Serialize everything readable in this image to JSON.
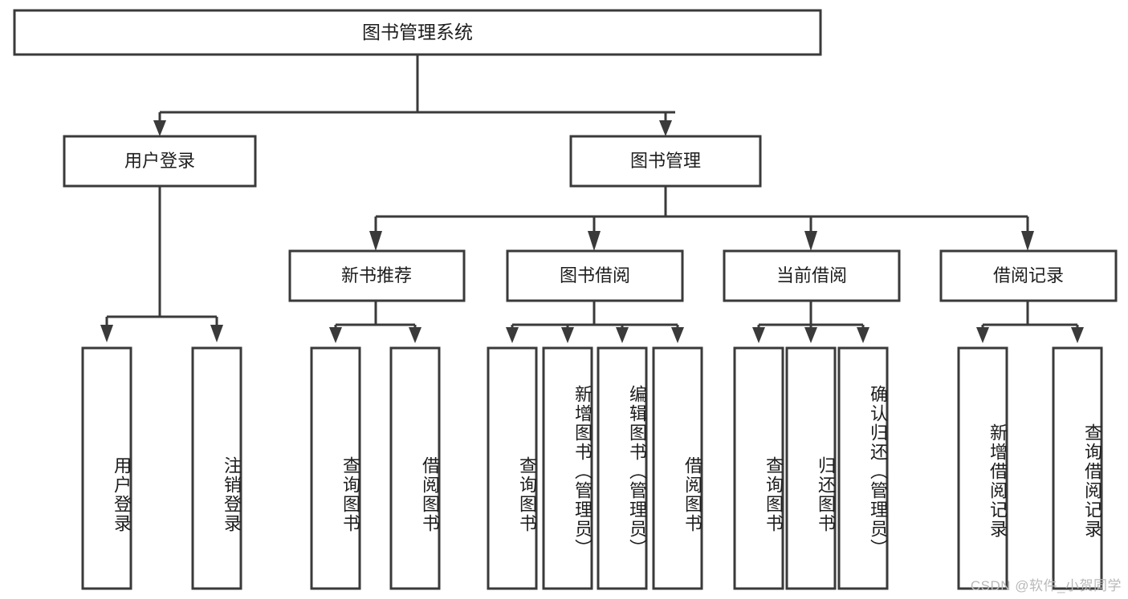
{
  "diagram": {
    "type": "tree-hierarchy",
    "title": "图书管理系统",
    "watermark": "CSDN @软件_小贺同学",
    "colors": {
      "background": "#ffffff",
      "stroke": "#3a3a3a",
      "text": "#1d1d1d",
      "watermark": "#b9b9b9"
    },
    "root": {
      "label": "图书管理系统"
    },
    "level2": [
      {
        "id": "user-login",
        "label": "用户登录"
      },
      {
        "id": "book-manage",
        "label": "图书管理"
      }
    ],
    "level3": [
      {
        "id": "new-book-recommend",
        "label": "新书推荐"
      },
      {
        "id": "book-borrow",
        "label": "图书借阅"
      },
      {
        "id": "current-borrow",
        "label": "当前借阅"
      },
      {
        "id": "borrow-record",
        "label": "借阅记录"
      }
    ],
    "leaves": {
      "user_login": [
        {
          "id": "leaf-user-login",
          "label": "用户登录"
        },
        {
          "id": "leaf-logout-login",
          "label": "注销登录"
        }
      ],
      "new_book_recommend": [
        {
          "id": "leaf-query-book-1",
          "label": "查询图书"
        },
        {
          "id": "leaf-borrow-book-1",
          "label": "借阅图书"
        }
      ],
      "book_borrow": [
        {
          "id": "leaf-query-book-2",
          "label": "查询图书"
        },
        {
          "id": "leaf-add-book",
          "label": "新增图书（管理员）"
        },
        {
          "id": "leaf-edit-book",
          "label": "编辑图书（管理员）"
        },
        {
          "id": "leaf-borrow-book-2",
          "label": "借阅图书"
        }
      ],
      "current_borrow": [
        {
          "id": "leaf-query-book-3",
          "label": "查询图书"
        },
        {
          "id": "leaf-return-book",
          "label": "归还图书"
        },
        {
          "id": "leaf-confirm-return",
          "label": "确认归还（管理员）"
        }
      ],
      "borrow_record": [
        {
          "id": "leaf-add-record",
          "label": "新增借阅记录"
        },
        {
          "id": "leaf-query-record",
          "label": "查询借阅记录"
        }
      ]
    }
  }
}
